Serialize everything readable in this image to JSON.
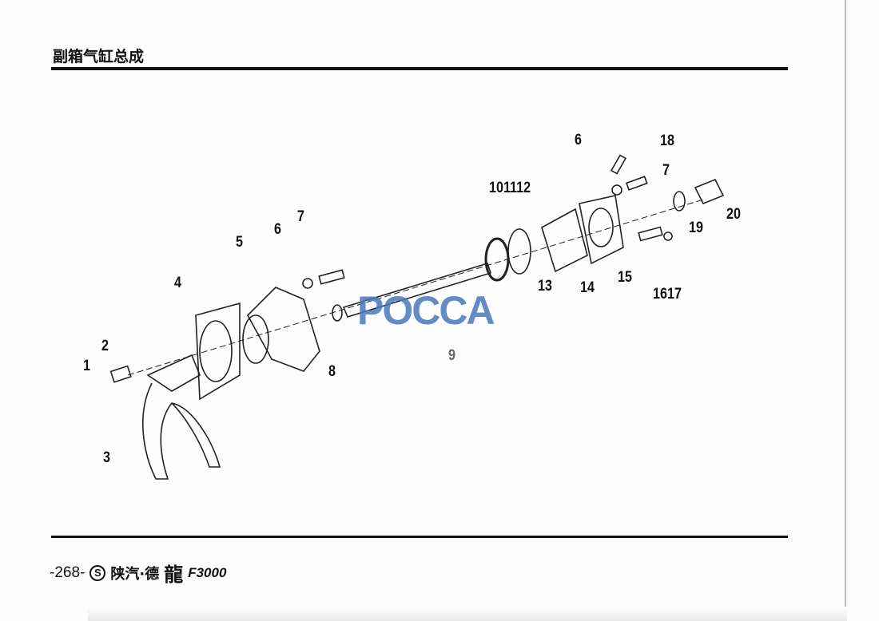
{
  "header": {
    "title": "副箱气缸总成"
  },
  "footer": {
    "page_number": "-268-",
    "logo_symbol": "S",
    "brand": "陕汽·德",
    "brand_script": "龍",
    "model": "F3000"
  },
  "watermark": "POCCA",
  "callouts": [
    "1",
    "2",
    "3",
    "4",
    "5",
    "6",
    "7",
    "8",
    "9",
    "101112",
    "13",
    "14",
    "15",
    "1617",
    "18",
    "6",
    "7",
    "19",
    "20"
  ]
}
